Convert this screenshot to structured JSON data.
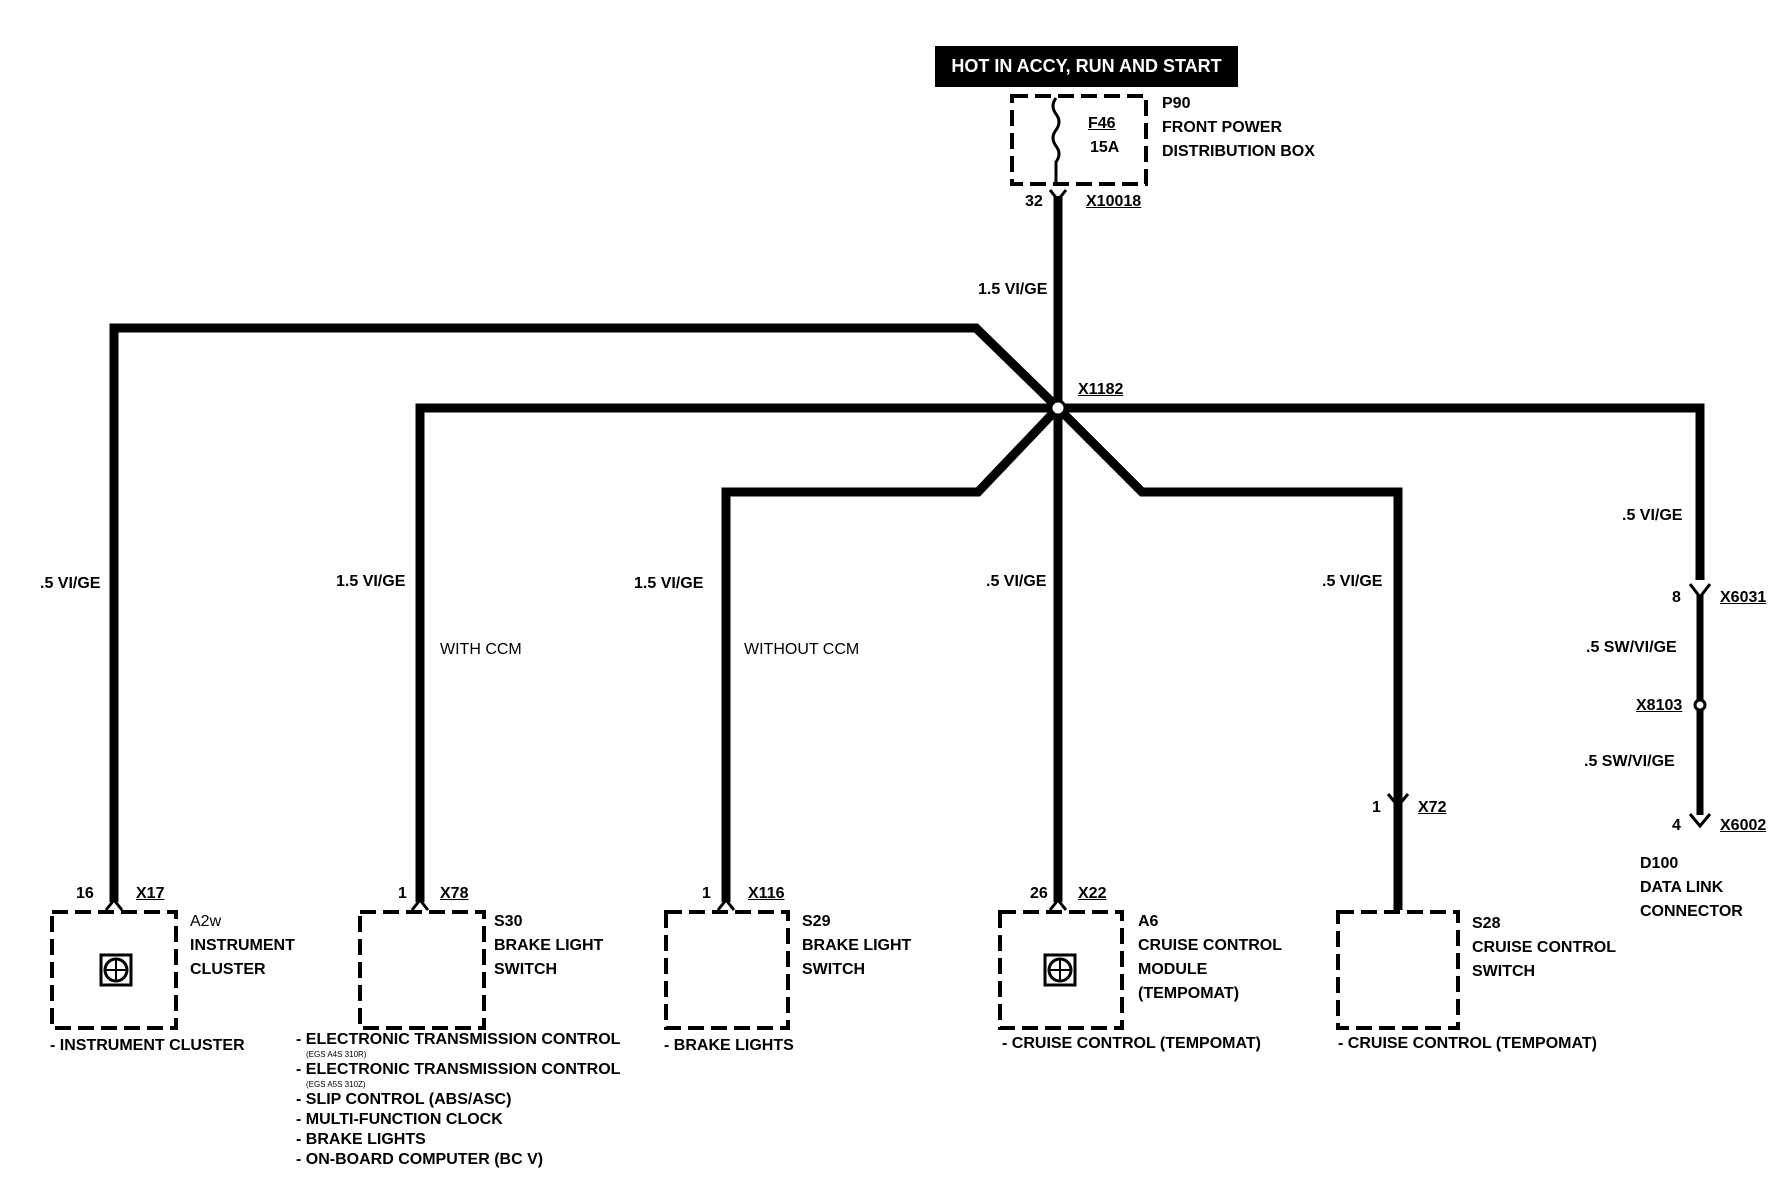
{
  "header": {
    "power_banner": "HOT IN ACCY, RUN AND START"
  },
  "power_source": {
    "ref": "P90",
    "name_line1": "FRONT POWER",
    "name_line2": "DISTRIBUTION BOX",
    "fuse": "F46",
    "fuse_rating": "15A",
    "pin": "32",
    "connector": "X10018"
  },
  "main_wire": "1.5 VI/GE",
  "splice": "X1182",
  "branches": [
    {
      "wire": ".5 VI/GE",
      "pin": "16",
      "connector": "X17",
      "ref": "A2w",
      "name": [
        "INSTRUMENT",
        "CLUSTER"
      ],
      "feeds": [
        "- INSTRUMENT CLUSTER"
      ]
    },
    {
      "wire": "1.5 VI/GE",
      "variant": "WITH CCM",
      "pin": "1",
      "connector": "X78",
      "ref": "S30",
      "name": [
        "BRAKE LIGHT",
        "SWITCH"
      ],
      "feeds": [
        {
          "text": "- ELECTRONIC TRANSMISSION CONTROL",
          "note": "(EGS A4S 310R)"
        },
        {
          "text": "- ELECTRONIC TRANSMISSION CONTROL",
          "note": "(EGS A5S 310Z)"
        },
        {
          "text": "- SLIP CONTROL (ABS/ASC)"
        },
        {
          "text": "- MULTI-FUNCTION CLOCK"
        },
        {
          "text": "- BRAKE LIGHTS"
        },
        {
          "text": "- ON-BOARD COMPUTER (BC V)"
        }
      ]
    },
    {
      "wire": "1.5 VI/GE",
      "variant": "WITHOUT CCM",
      "pin": "1",
      "connector": "X116",
      "ref": "S29",
      "name": [
        "BRAKE LIGHT",
        "SWITCH"
      ],
      "feeds": [
        "- BRAKE LIGHTS"
      ]
    },
    {
      "wire": ".5 VI/GE",
      "pin": "26",
      "connector": "X22",
      "ref": "A6",
      "name": [
        "CRUISE CONTROL",
        "MODULE",
        "(TEMPOMAT)"
      ],
      "feeds": [
        "- CRUISE CONTROL (TEMPOMAT)"
      ]
    },
    {
      "wire": ".5 VI/GE",
      "pin": "1",
      "connector": "X72",
      "ref": "S28",
      "name": [
        "CRUISE CONTROL",
        "SWITCH"
      ],
      "feeds": [
        "- CRUISE CONTROL (TEMPOMAT)"
      ]
    },
    {
      "wire": ".5 VI/GE",
      "pin": "8",
      "connector": "X6031",
      "wire2": ".5 SW/VI/GE",
      "splice": "X8103",
      "wire3": ".5 SW/VI/GE",
      "pin2": "4",
      "connector2": "X6002",
      "ref": "D100",
      "name": [
        "DATA LINK",
        "CONNECTOR"
      ]
    }
  ]
}
